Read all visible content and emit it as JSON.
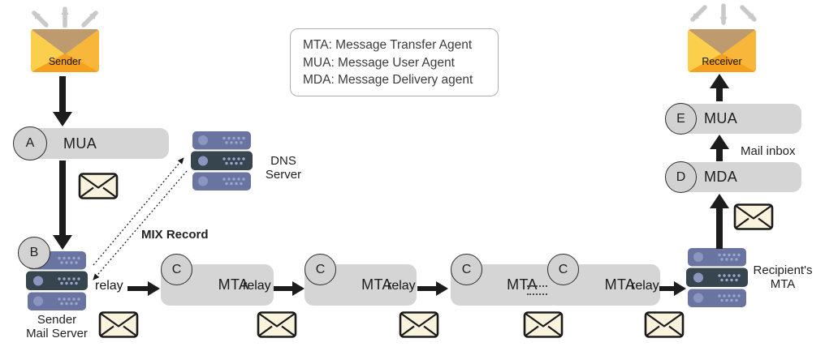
{
  "legend": {
    "lines": [
      "MTA: Message Transfer Agent",
      "MUA: Message User Agent",
      "MDA: Message Delivery agent"
    ]
  },
  "labels": {
    "relay": "relay",
    "mix_record": "MIX Record",
    "mail_inbox": "Mail inbox"
  },
  "nodes": {
    "sender": {
      "label": "Sender"
    },
    "receiver": {
      "label": "Receiver"
    },
    "mua_a": {
      "badge": "A",
      "label": "MUA"
    },
    "sender_mail_server": {
      "badge": "B",
      "label_line1": "Sender",
      "label_line2": "Mail Server"
    },
    "dns_server": {
      "label_line1": "DNS",
      "label_line2": "Server"
    },
    "mta_1": {
      "badge": "C",
      "label": "MTA"
    },
    "mta_2": {
      "badge": "C",
      "label": "MTA"
    },
    "mta_3": {
      "badge": "C",
      "label": "MTA"
    },
    "mta_4": {
      "badge": "C",
      "label": "MTA"
    },
    "recipients_mta": {
      "label_line1": "Recipient's",
      "label_line2": "MTA"
    },
    "mda": {
      "badge": "D",
      "label": "MDA"
    },
    "mua_e": {
      "badge": "E",
      "label": "MUA"
    }
  },
  "colors": {
    "node_fill": "#d5d5d5",
    "badge_fill": "#d2d2d2",
    "server_slab": "#6a74a0",
    "server_slab_dark": "#36454e",
    "server_dot": "#9ba5ce",
    "envelope_fill": "#faf3de",
    "mail_orange_body": "#f6a11e",
    "mail_orange_left": "#fbcf4b",
    "mail_orange_right": "#f8b63a",
    "mail_flap_tan": "#be9b6f",
    "arrow_black": "#1c1c1c",
    "arrow_gray": "#c9c9c9"
  }
}
